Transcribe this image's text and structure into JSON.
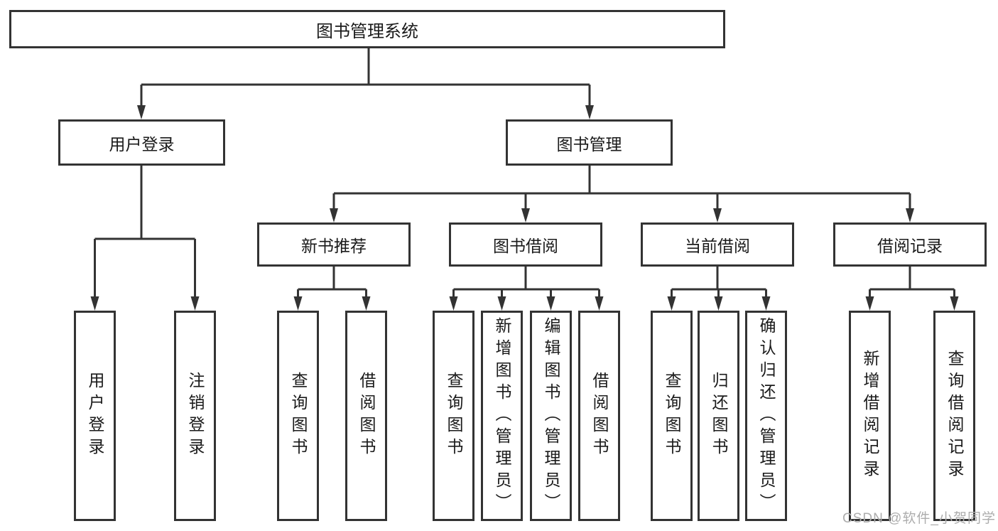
{
  "nodes": {
    "root": "图书管理系统",
    "l2": [
      "用户登录",
      "图书管理"
    ],
    "l3": [
      "新书推荐",
      "图书借阅",
      "当前借阅",
      "借阅记录"
    ],
    "l4": [
      "用户登录",
      "注销登录",
      "查询图书",
      "借阅图书",
      "查询图书",
      "新增图书（管理员）",
      "编辑图书（管理员）",
      "借阅图书",
      "查询图书",
      "归还图书",
      "确认归还（管理员）",
      "新增借阅记录",
      "查询借阅记录"
    ]
  },
  "watermark": {
    "text": "CSDN @软件_小贺同学",
    "color": "#adadad"
  },
  "colors": {
    "line": "#333333",
    "border": "#333333",
    "text": "#1a1a1a",
    "background": "#ffffff"
  }
}
